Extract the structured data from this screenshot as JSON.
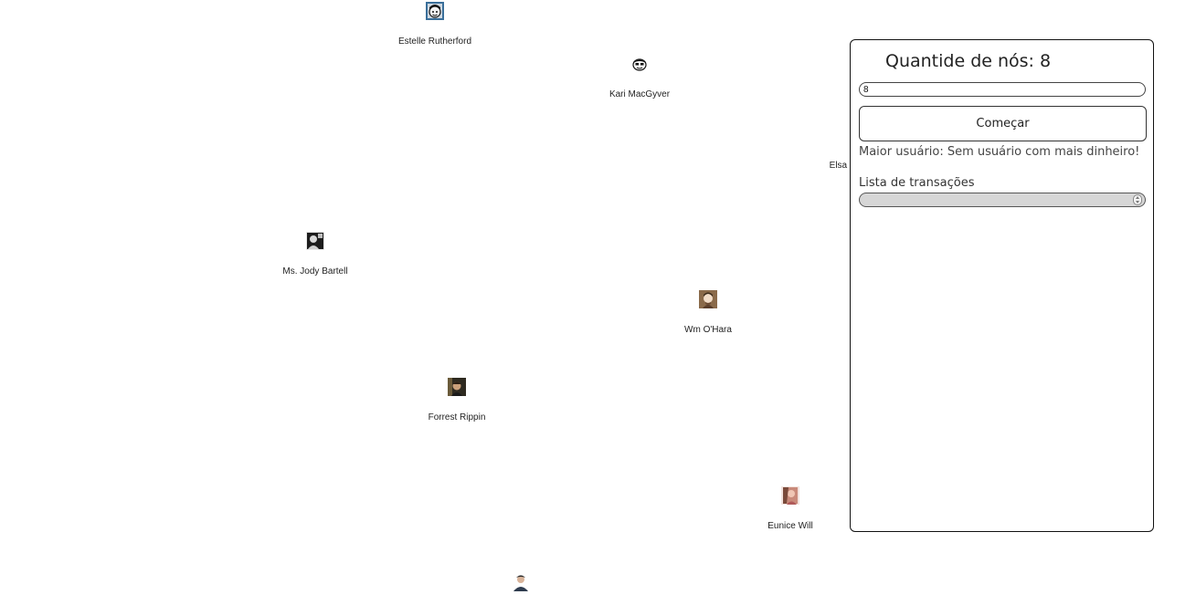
{
  "graph": {
    "nodes": [
      {
        "name": "Estelle Rutherford",
        "avatar_icon": "cartoon-face-avatar-icon"
      },
      {
        "name": "Kari MacGyver",
        "avatar_icon": "cartoon-face-avatar-icon"
      },
      {
        "name": "Elsa Borer",
        "avatar_icon": "person-avatar-icon"
      },
      {
        "name": "Ms. Jody Bartell",
        "avatar_icon": "person-photo-avatar-icon"
      },
      {
        "name": "Wm O'Hara",
        "avatar_icon": "person-photo-avatar-icon"
      },
      {
        "name": "Forrest Rippin",
        "avatar_icon": "person-photo-avatar-icon"
      },
      {
        "name": "Eunice Will",
        "avatar_icon": "person-photo-avatar-icon"
      },
      {
        "name": "",
        "avatar_icon": "person-photo-avatar-icon"
      }
    ]
  },
  "panel": {
    "title": "Quantide de nós: 8",
    "count_input_value": "8",
    "start_button_label": "Começar",
    "richest_user_text": "Maior usuário: Sem usuário com mais dinheiro!",
    "transactions_title": "Lista de transações",
    "transactions_select_value": ""
  },
  "colors": {
    "panel_border": "#111111",
    "select_background": "#d6d6d6",
    "text": "#222222"
  }
}
